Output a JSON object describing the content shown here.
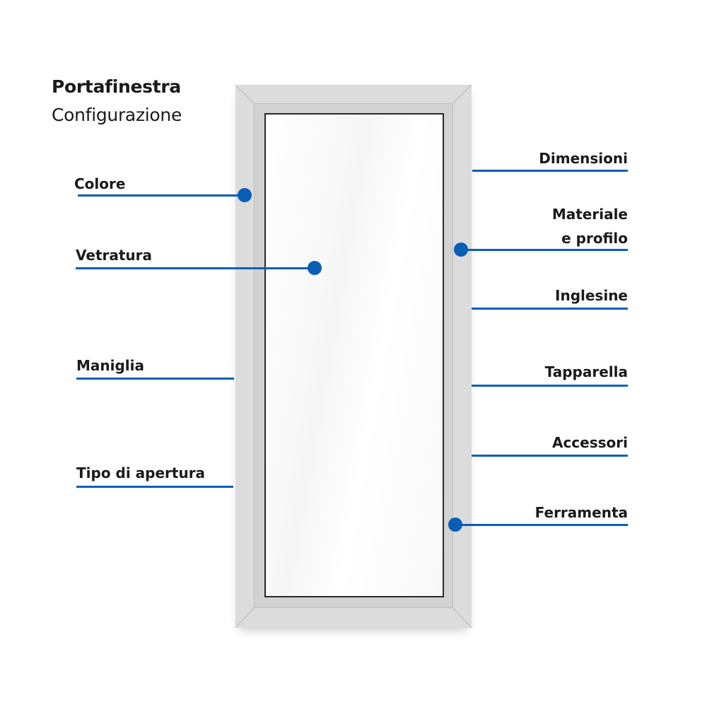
{
  "header": {
    "title": "Portafinestra",
    "subtitle": "Configurazione"
  },
  "colors": {
    "accent": "#0a5fb4",
    "frame": "#dcdcdc",
    "text": "#1a1a1a"
  },
  "left_labels": [
    {
      "label": "Colore",
      "icon": "dot"
    },
    {
      "label": "Vetratura",
      "icon": "dot"
    },
    {
      "label": "Maniglia",
      "icon": "none"
    },
    {
      "label": "Tipo di apertura",
      "icon": "none"
    }
  ],
  "right_labels": [
    {
      "label": "Dimensioni",
      "icon": "none"
    },
    {
      "label_line1": "Materiale",
      "label_line2": "e profilo",
      "icon": "dot"
    },
    {
      "label": "Inglesine",
      "icon": "none"
    },
    {
      "label": "Tapparella",
      "icon": "none"
    },
    {
      "label": "Accessori",
      "icon": "none"
    },
    {
      "label": "Ferramenta",
      "icon": "dot"
    }
  ]
}
